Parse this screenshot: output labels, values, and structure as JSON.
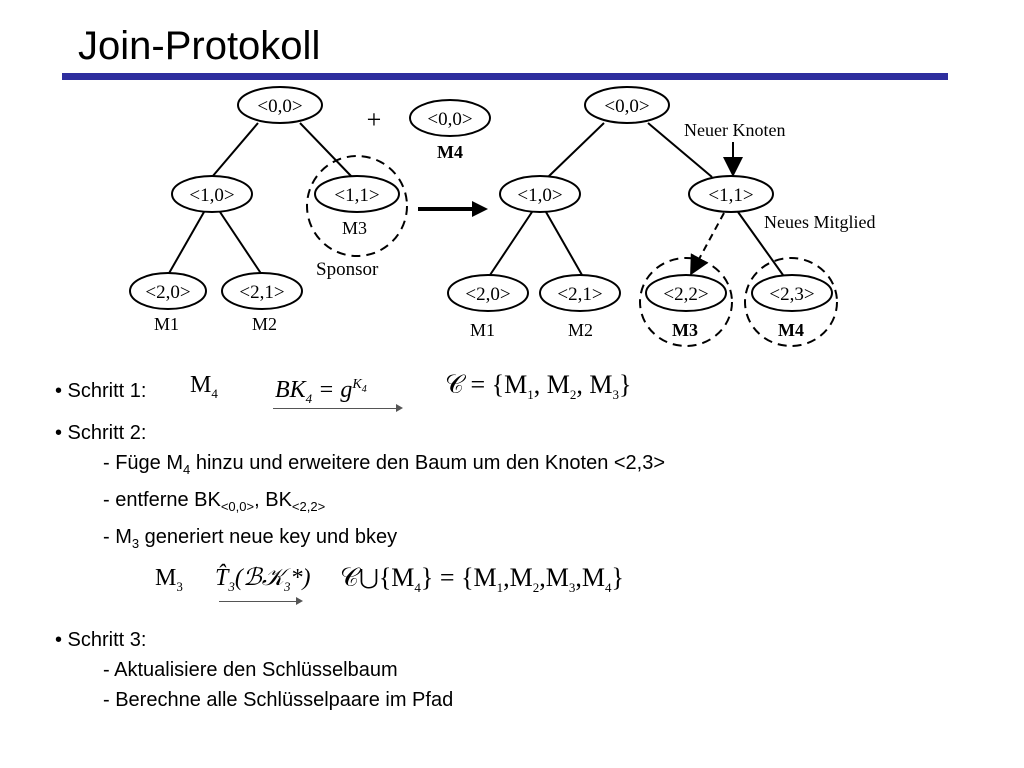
{
  "slide": {
    "title": "Join-Protokoll"
  },
  "diagram": {
    "left_tree": {
      "nodes": [
        "<0,0>",
        "<1,0>",
        "<1,1>",
        "<2,0>",
        "<2,1>"
      ],
      "member_labels": [
        "M1",
        "M2",
        "M3"
      ],
      "sponsor_label": "Sponsor"
    },
    "plus_sign": "+",
    "new_member": {
      "node": "<0,0>",
      "label": "M4"
    },
    "right_tree": {
      "nodes": [
        "<0,0>",
        "<1,0>",
        "<1,1>",
        "<2,0>",
        "<2,1>",
        "<2,2>",
        "<2,3>"
      ],
      "member_labels": [
        "M1",
        "M2",
        "M3",
        "M4"
      ],
      "annotation_new_node": "Neuer Knoten",
      "annotation_new_member": "Neues Mitglied"
    }
  },
  "steps": [
    {
      "label": "• Schritt 1:",
      "math": {
        "sender": "M",
        "sender_sub": "4",
        "message": "BK",
        "message_sub": "4",
        "equals": " = g",
        "exp": "K",
        "exp_sub": "4",
        "group": "𝒞 = {M",
        "group_tail": [
          "1",
          ", M",
          "2",
          ", M",
          "3",
          "}"
        ]
      }
    },
    {
      "label": "• Schritt 2:",
      "lines": [
        {
          "pre": "- Füge M",
          "sub": "4",
          "post": " hinzu und erweitere den Baum um den Knoten <2,3>"
        },
        {
          "pre": "- entferne BK",
          "sub": "<0,0>",
          "mid": ", BK",
          "sub2": "<2,2>"
        },
        {
          "pre": "- M",
          "sub": "3",
          "post": " generiert neue key und bkey"
        }
      ],
      "math": {
        "sender": "M",
        "sender_sub": "3",
        "message": "T̂",
        "message_sub": "3",
        "message_tail": "(ℬ𝒦",
        "message_tail_sub": "3",
        "message_end": "*)",
        "union": "𝒞⋃{M",
        "union_sub": "4",
        "union_end": "} = {M",
        "result_parts": [
          "1",
          ",M",
          "2",
          ",M",
          "3",
          ",M",
          "4",
          "}"
        ]
      }
    },
    {
      "label": "• Schritt 3:",
      "lines": [
        {
          "pre": "- Aktualisiere den Schlüsselbaum"
        },
        {
          "pre": "- Berechne alle Schlüsselpaare im Pfad"
        }
      ]
    }
  ]
}
